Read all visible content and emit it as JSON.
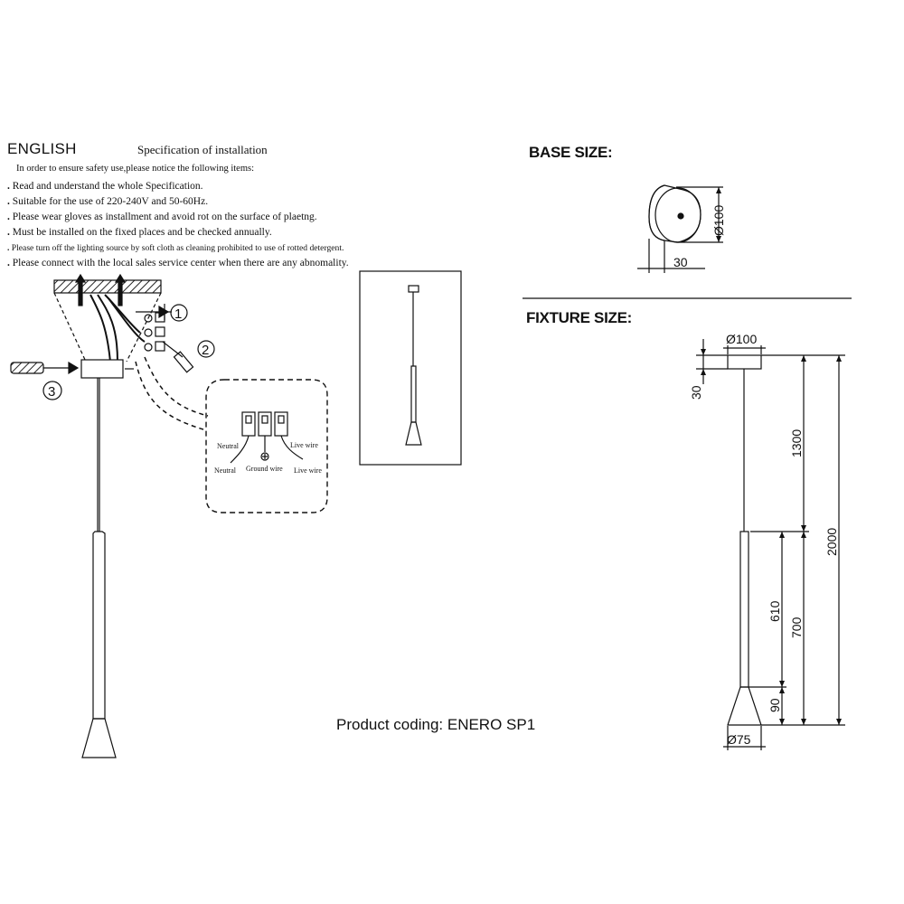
{
  "instructions": {
    "language": "ENGLISH",
    "title": "Specification of installation",
    "intro": "In order to ensure safety use,please notice the following items:",
    "notes": [
      "Read and understand the whole Specification.",
      "Suitable for the use of 220-240V and 50-60Hz.",
      "Please wear gloves as installment and avoid rot on the surface of plaetng.",
      "Must be installed on the fixed places and be checked annually.",
      "Please turn off the lighting source by soft cloth as cleaning prohibited to use of rotted detergent.",
      "Please connect with the local sales service center when there are any abnomality."
    ]
  },
  "steps": {
    "one": "1",
    "two": "2",
    "three": "3"
  },
  "wiring": {
    "neutral_top": "Neutral",
    "neutral_bottom": "Neutral",
    "ground": "Ground wire",
    "live_top": "Live wire",
    "live_bottom": "Live wire"
  },
  "base_size": {
    "title": "BASE SIZE:",
    "diameter": "Ø100",
    "height": "30"
  },
  "fixture_size": {
    "title": "FIXTURE SIZE:",
    "base_diameter": "Ø100",
    "base_height": "30",
    "cable_length": "1300",
    "total_height": "2000",
    "tube_length": "610",
    "body_length": "700",
    "cone_height": "90",
    "cone_diameter": "Ø75"
  },
  "product_coding": "Product coding: ENERO SP1"
}
